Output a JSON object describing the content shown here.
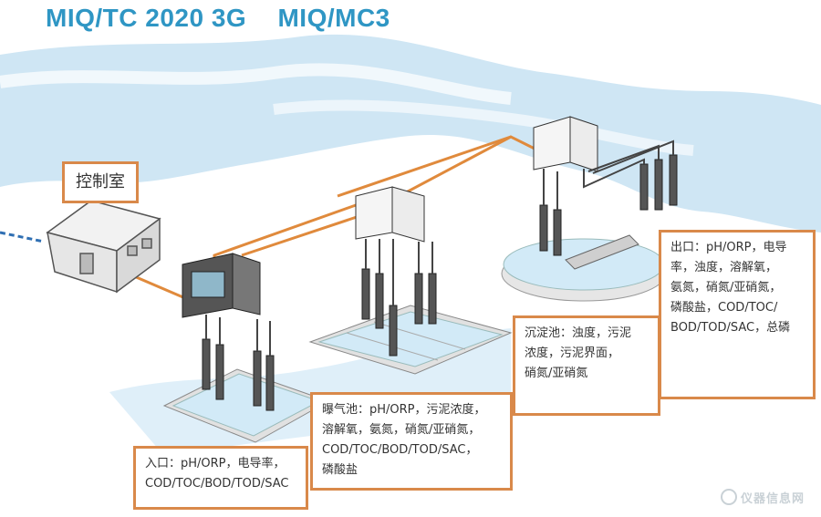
{
  "header": {
    "title_left": "MIQ/TC 2020 3G",
    "title_right": "MIQ/MC3"
  },
  "labels": {
    "control_room": "控制室",
    "inlet": "入口：pH/ORP，电导率，\nCOD/TOC/BOD/TOD/SAC",
    "aeration": "曝气池：pH/ORP，污泥浓度，\n溶解氧，氨氮，硝氮/亚硝氮，\nCOD/TOC/BOD/TOD/SAC，\n磷酸盐",
    "sedimentation": "沉淀池：浊度，污泥\n浓度，污泥界面，\n硝氮/亚硝氮",
    "outlet": "出口：pH/ORP，电导\n率，浊度，溶解氧，\n氨氮，硝氮/亚硝氮，\n磷酸盐，COD/TOC/\nBOD/TOD/SAC，总磷"
  },
  "watermark": "仪器信息网",
  "colors": {
    "accent": "#d9894a",
    "title": "#2f96c4",
    "water": "#cfe6f4",
    "cable": "#e08a3c"
  }
}
